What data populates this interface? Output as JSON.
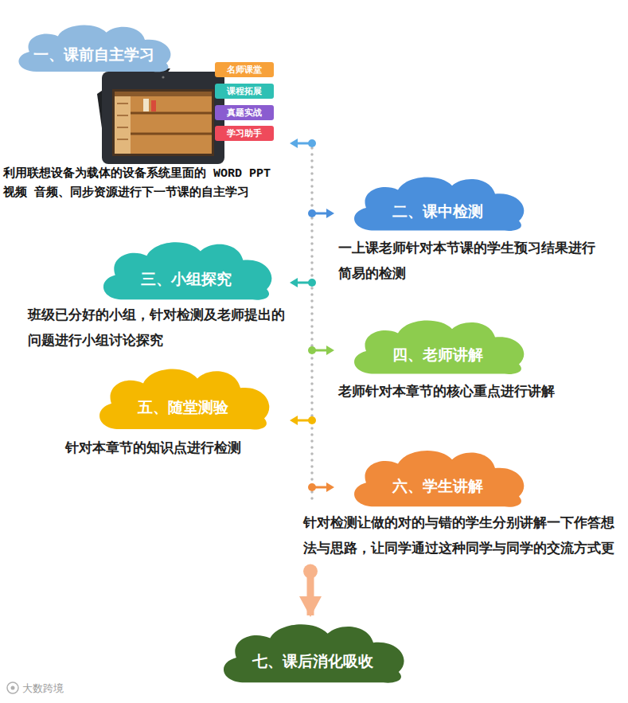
{
  "diagram": {
    "nodes": [
      {
        "text": [
          "一、课前自主学习",
          "利用联想设备为载体的设备系统里面的 WORD PPT 视频 音频、同步资源进行下一节课的自主学习"
        ]
      },
      {
        "text": [
          "名师课堂"
        ]
      },
      {
        "text": [
          "课程拓展"
        ]
      },
      {
        "text": [
          "真题实战"
        ]
      },
      {
        "text": [
          "学习助手"
        ]
      },
      {
        "text": [
          "二、课中检测",
          "一上课老师针对本节课的学生预习结果进行 简易的检测"
        ]
      },
      {
        "text": [
          "三、小组探究",
          "班级已分好的小组，针对检测及老师提出的 问题进行小组讨论探究"
        ]
      },
      {
        "text": [
          "四、老师讲解",
          "老师针对本章节的核心重点进行讲解"
        ]
      },
      {
        "text": [
          "五、随堂测验",
          "针对本章节的知识点进行检测"
        ]
      },
      {
        "text": [
          "六、学生讲解",
          "针对检测让做的对的与错的学生分别讲解一下作答想 法与思路，让同学通过这种同学与同学的交流方式更"
        ]
      },
      {
        "text": [
          "七、课后消化吸收"
        ]
      }
    ],
    "edges": [
      {
        "from": 9,
        "to": 10,
        "arrow": "to"
      }
    ],
    "labels": [
      "大数跨境"
    ]
  }
}
